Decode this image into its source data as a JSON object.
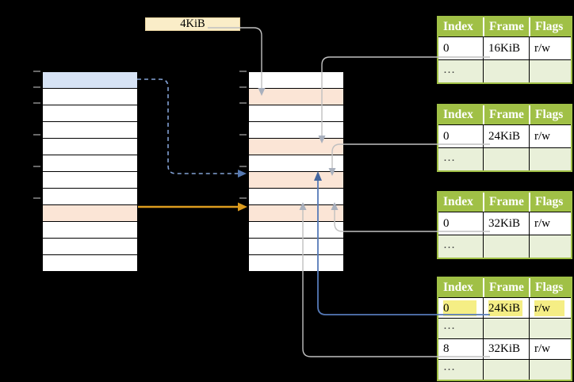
{
  "label_4kib": "4KiB",
  "columns": {
    "left": {
      "rows": [
        "blue",
        "",
        "",
        "",
        "",
        "",
        "",
        "",
        "orange",
        "",
        "",
        ""
      ]
    },
    "middle": {
      "rows": [
        "",
        "orange",
        "",
        "",
        "orange",
        "",
        "orange",
        "",
        "orange",
        "",
        "",
        ""
      ]
    }
  },
  "tables": [
    {
      "headers": [
        "Index",
        "Frame",
        "Flags"
      ],
      "rows": [
        {
          "cells": [
            "0",
            "16KiB",
            "r/w"
          ],
          "variant": "white"
        },
        {
          "cells": [
            "…",
            "",
            ""
          ],
          "variant": "green"
        }
      ]
    },
    {
      "headers": [
        "Index",
        "Frame",
        "Flags"
      ],
      "rows": [
        {
          "cells": [
            "0",
            "24KiB",
            "r/w"
          ],
          "variant": "white"
        },
        {
          "cells": [
            "…",
            "",
            ""
          ],
          "variant": "green"
        }
      ]
    },
    {
      "headers": [
        "Index",
        "Frame",
        "Flags"
      ],
      "rows": [
        {
          "cells": [
            "0",
            "32KiB",
            "r/w"
          ],
          "variant": "white"
        },
        {
          "cells": [
            "…",
            "",
            ""
          ],
          "variant": "green"
        }
      ]
    },
    {
      "headers": [
        "Index",
        "Frame",
        "Flags"
      ],
      "rows": [
        {
          "cells": [
            "0",
            "24KiB",
            "r/w"
          ],
          "variant": "white",
          "highlight": true
        },
        {
          "cells": [
            "…",
            "",
            ""
          ],
          "variant": "green"
        },
        {
          "cells": [
            "8",
            "32KiB",
            "r/w"
          ],
          "variant": "white"
        },
        {
          "cells": [
            "…",
            "",
            ""
          ],
          "variant": "green"
        }
      ]
    }
  ],
  "colors": {
    "table_header_green": "#a0c046",
    "table_row_green": "#e9f0d9",
    "cell_orange": "#fbe5d6",
    "cell_blue": "#d7e3f5",
    "label_cream": "#faedc8",
    "highlight_yellow": "#f5ee85",
    "arrow_gray": "#c0c0c0",
    "arrow_gray_head": "#a9b0bd",
    "arrow_blue": "#567ab8",
    "arrow_blue_head": "#44669e",
    "arrow_blue_dashed": "#82a1d4",
    "arrow_blue_dashed_head": "#5578b0",
    "arrow_gold": "#dd9c1e",
    "tick_gray": "#8a8a8a"
  }
}
